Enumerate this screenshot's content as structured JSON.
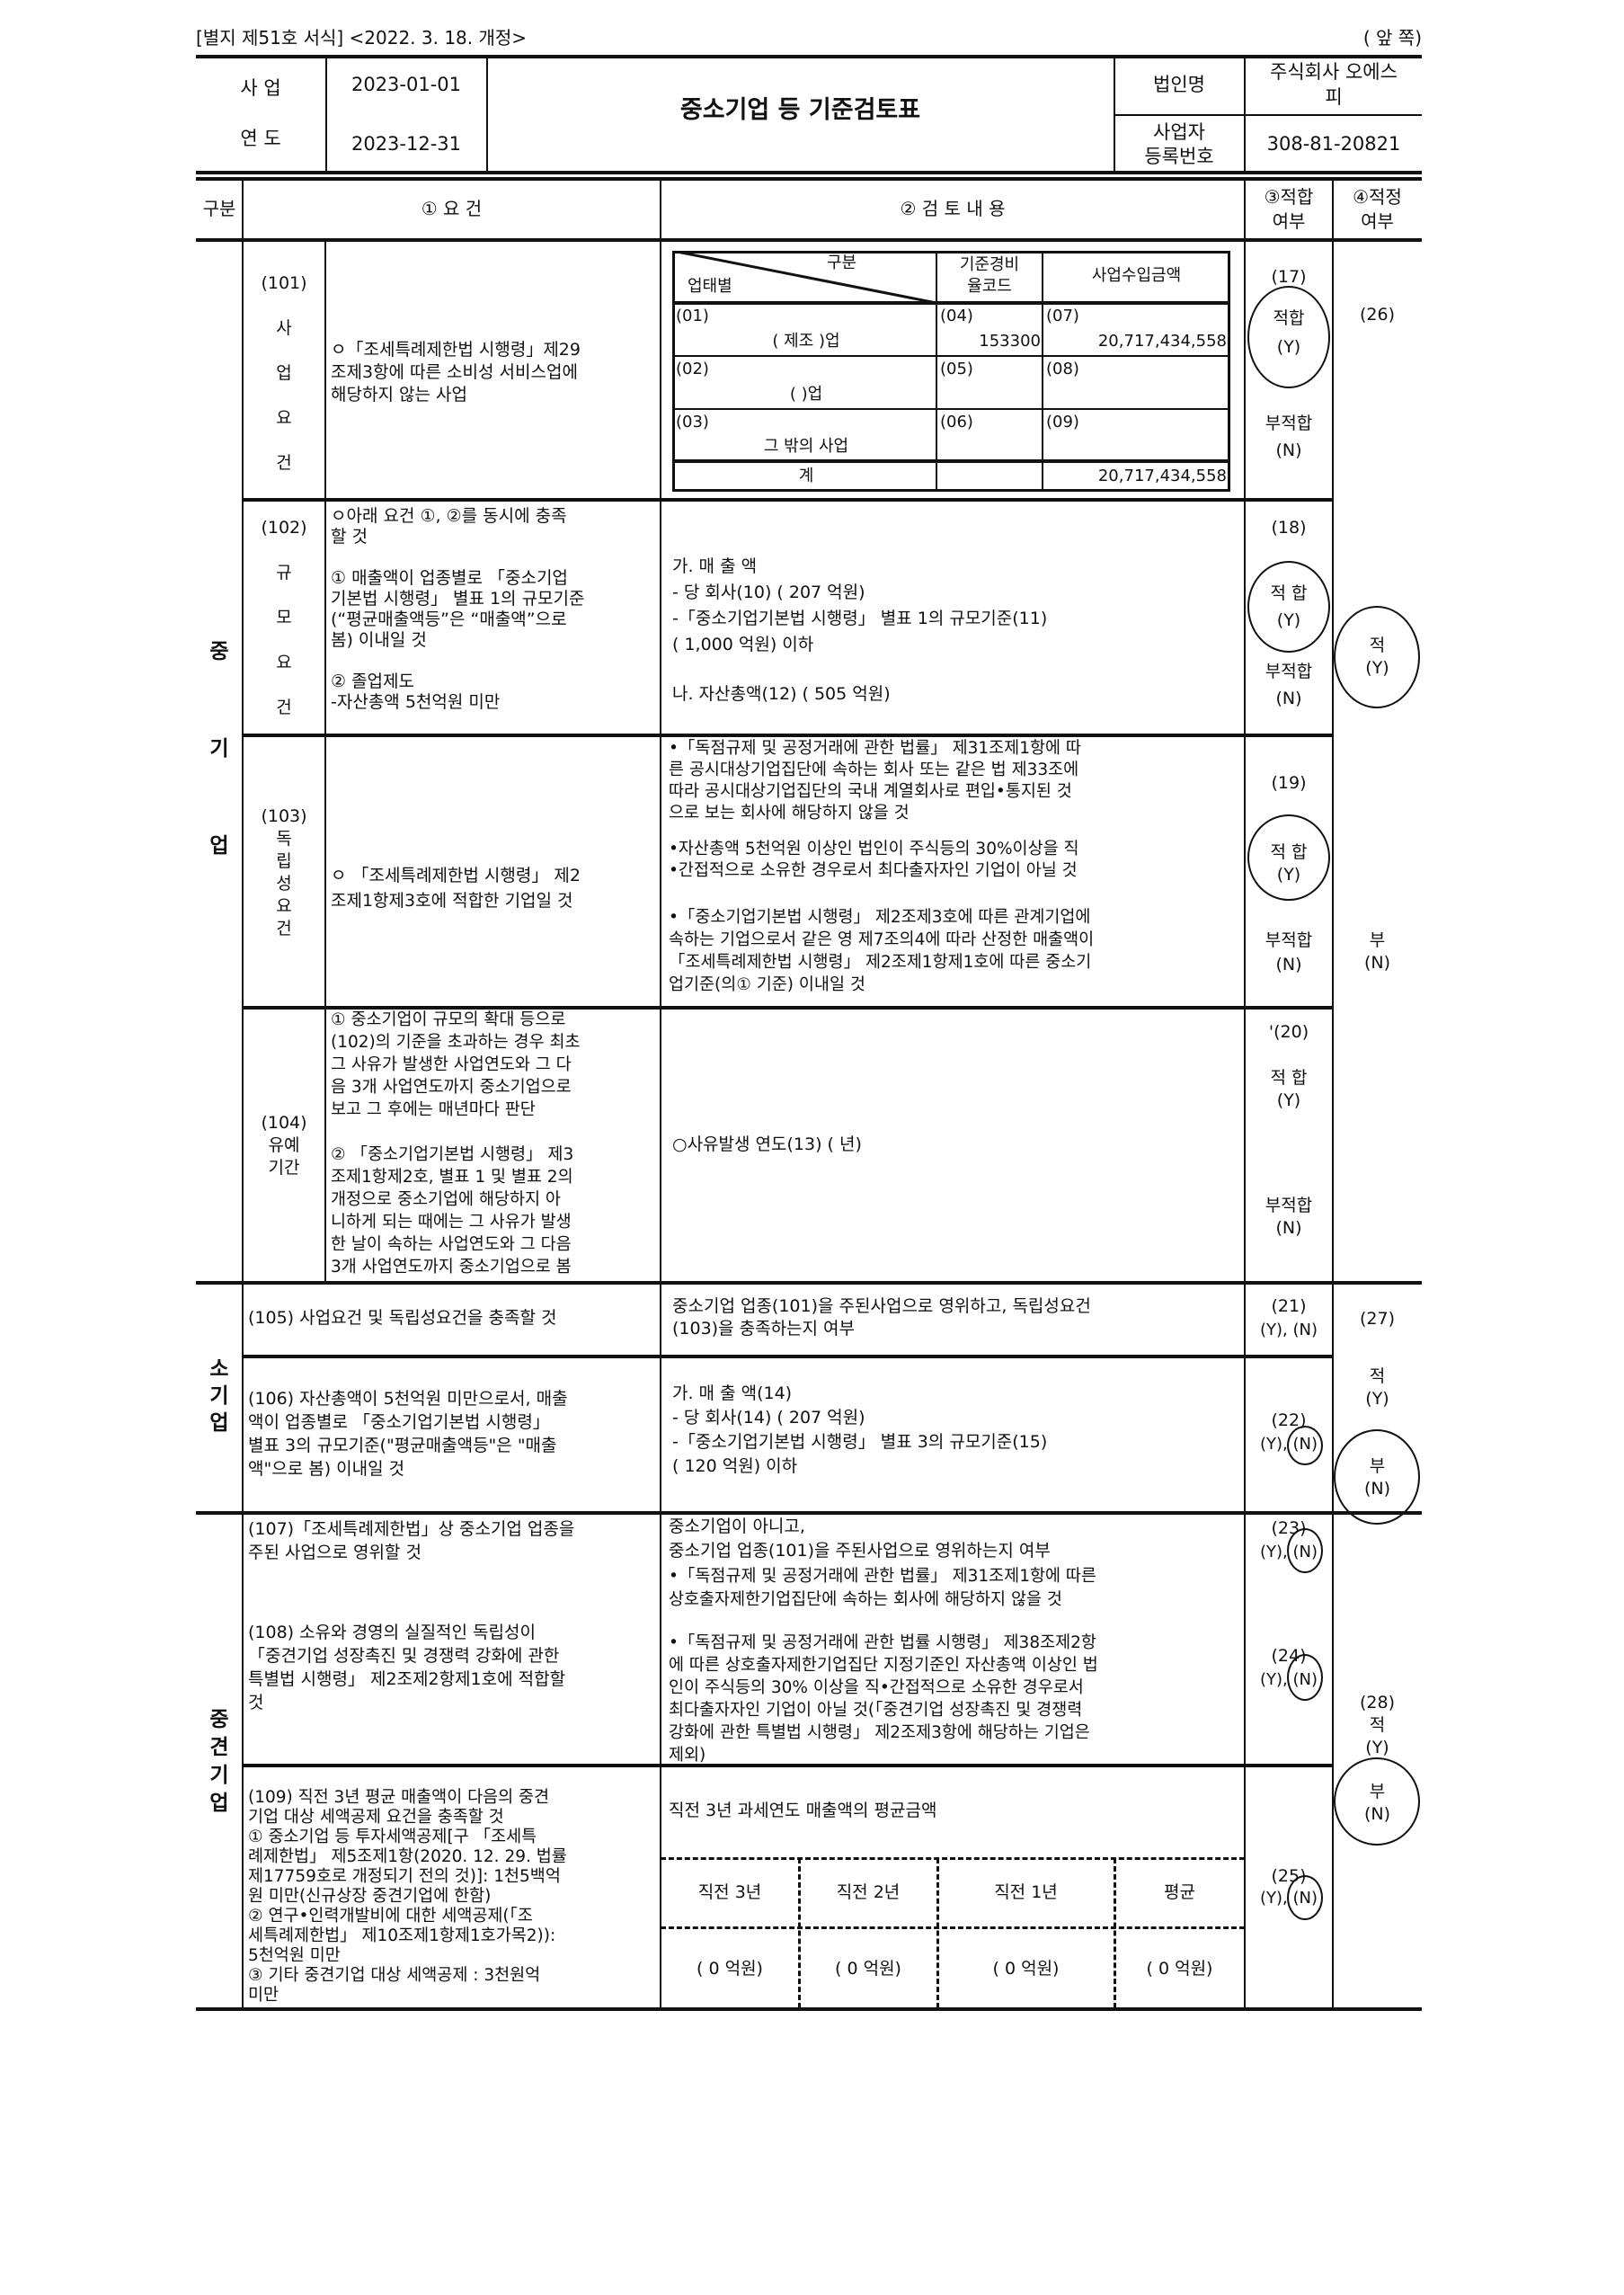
{
  "form_meta": {
    "form_number": "[별지 제51호 서식] <2022. 3. 18. 개정>",
    "page_side": "( 앞 쪽)"
  },
  "header": {
    "period_label_1": "사  업",
    "period_label_2": "연  도",
    "period_start": "2023-01-01",
    "period_end": "2023-12-31",
    "title": "중소기업 등 기준검토표",
    "corp_name_label": "법인명",
    "corp_name": "주식회사 오에스\n피",
    "biz_no_label": "사업자\n등록번호",
    "biz_no": "308-81-20821"
  },
  "columns": {
    "category": "구분",
    "requirement": "① 요       건",
    "review": "② 검  토  내  용",
    "fit": "③적합\n여부",
    "proper": "④적정\n여부"
  },
  "sections": {
    "medium": {
      "label": "중\n\n\n\n기\n\n\n\n업",
      "proper_code": "(26)",
      "proper_y": "적\n(Y)",
      "proper_n": "부\n(N)",
      "selected": "Y"
    },
    "small": {
      "label": "소\n기\n업",
      "proper_code": "(27)",
      "proper_y": "적\n(Y)",
      "proper_n": "부\n(N)",
      "selected": "N"
    },
    "middle": {
      "label": "중\n견\n기\n업",
      "proper_code": "(28)",
      "proper_y": "적\n(Y)",
      "proper_n": "부\n(N)",
      "selected": "N"
    }
  },
  "rows": {
    "r101": {
      "sublabel": "(101)\n\n사\n\n업\n\n요\n\n건",
      "requirement": "ㅇ「조세특례제한법 시행령」제29\n조제3항에 따른 소비성 서비스업에\n해당하지 않는 사업",
      "fit_code": "(17)",
      "fit_y": "적합\n(Y)",
      "fit_n": "부적합\n(N)",
      "selected": "Y",
      "table": {
        "corner_top": "구분",
        "corner_bottom": "업태별",
        "col_code": "기준경비\n율코드",
        "col_amount": "사업수입금액",
        "rows": [
          {
            "no": "(01)",
            "name": "(   제조   )업",
            "code_no": "(04)",
            "code": "153300",
            "amt_no": "(07)",
            "amount": "20,717,434,558"
          },
          {
            "no": "(02)",
            "name": "(      )업",
            "code_no": "(05)",
            "code": "",
            "amt_no": "(08)",
            "amount": ""
          },
          {
            "no": "(03)",
            "name": "그 밖의 사업",
            "code_no": "(06)",
            "code": "",
            "amt_no": "(09)",
            "amount": ""
          }
        ],
        "total_label": "계",
        "total_amount": "20,717,434,558"
      }
    },
    "r102": {
      "sublabel": "(102)\n\n규\n\n모\n\n요\n\n건",
      "requirement": "ㅇ아래 요건 ①, ②를 동시에 충족\n할 것\n\n① 매출액이 업종별로 「중소기업\n기본법 시행령」 별표 1의 규모기준\n(“평균매출액등”은 “매출액”으로\n봄) 이내일 것\n\n② 졸업제도\n  -자산총액 5천억원 미만",
      "review_1": "가. 매 출 액\n  -  당 회사(10)      ( 207 억원)\n  -「중소기업기본법 시행령」 별표 1의 규모기준(11)\n       ( 1,000  억원) 이하",
      "review_2": "나. 자산총액(12)     (  505 억원)",
      "fit_code": "(18)",
      "fit_y": "적  합\n(Y)",
      "fit_n": "부적합\n(N)",
      "selected": "Y"
    },
    "r103": {
      "sublabel": "(103)\n독\n립\n성\n요\n건",
      "requirement": "ㅇ 「조세특례제한법 시행령」 제2\n조제1항제3호에 적합한 기업일 것",
      "review_1": "•「독점규제 및 공정거래에 관한 법률」 제31조제1항에 따\n른 공시대상기업집단에 속하는 회사 또는 같은 법 제33조에\n따라 공시대상기업집단의 국내 계열회사로 편입•통지된 것\n으로 보는 회사에 해당하지 않을 것",
      "review_2": "•자산총액 5천억원 이상인 법인이 주식등의 30%이상을 직\n•간접적으로 소유한 경우로서 최다출자자인 기업이 아닐 것",
      "review_3": "•「중소기업기본법 시행령」 제2조제3호에 따른 관계기업에\n속하는 기업으로서 같은 영 제7조의4에 따라 산정한 매출액이\n「조세특례제한법 시행령」 제2조제1항제1호에 따른 중소기\n업기준(의① 기준) 이내일 것",
      "fit_code": "(19)",
      "fit_y": "적  합\n(Y)",
      "fit_n": "부적합\n(N)",
      "selected": "Y"
    },
    "r104": {
      "sublabel": "(104)\n유예\n기간",
      "requirement": "① 중소기업이 규모의 확대 등으로\n(102)의 기준을 초과하는 경우 최초\n그 사유가 발생한 사업연도와 그 다\n음 3개 사업연도까지 중소기업으로\n보고 그 후에는 매년마다 판단\n\n② 「중소기업기본법 시행령」 제3\n조제1항제2호, 별표 1 및 별표 2의\n개정으로 중소기업에 해당하지 아\n니하게 되는 때에는 그 사유가 발생\n한 날이 속하는 사업연도와 그 다음\n3개 사업연도까지 중소기업으로 봄",
      "review": "○사유발생 연도(13)  (          년)",
      "fit_code": "'(20)",
      "fit_y": "적  합\n(Y)",
      "fit_n": "부적합\n(N)",
      "selected": ""
    },
    "r105": {
      "requirement": "(105) 사업요건 및 독립성요건을 충족할 것",
      "review": "중소기업 업종(101)을 주된사업으로 영위하고, 독립성요건\n(103)을 충족하는지 여부",
      "fit_code": "(21)",
      "fit_yn": "(Y), (N)",
      "selected": ""
    },
    "r106": {
      "requirement": "(106) 자산총액이 5천억원 미만으로서, 매출\n액이 업종별로 「중소기업기본법 시행령」\n별표 3의 규모기준(\"평균매출액등\"은 \"매출\n액\"으로 봄) 이내일 것",
      "review": "가. 매 출 액(14)\n   - 당 회사(14)   ( 207 억원)\n   -「중소기업기본법 시행령」 별표 3의 규모기준(15)\n       (  120 억원) 이하",
      "fit_code": "(22)",
      "fit_yn": "(Y), (N)",
      "selected": "N"
    },
    "r107": {
      "requirement": "(107)「조세특례제한법」상 중소기업 업종을\n주된 사업으로 영위할 것",
      "review": "중소기업이 아니고,\n중소기업 업종(101)을 주된사업으로 영위하는지 여부",
      "fit_code": "(23)",
      "fit_yn": "(Y), (N)",
      "selected": "N"
    },
    "r108": {
      "requirement": "(108) 소유와 경영의 실질적인 독립성이\n「중견기업 성장촉진 및 경쟁력 강화에 관한\n특별법 시행령」 제2조제2항제1호에 적합할\n것",
      "review_1": "•「독점규제 및 공정거래에 관한 법률」 제31조제1항에 따른\n상호출자제한기업집단에 속하는 회사에 해당하지 않을 것",
      "review_2": "•「독점규제 및 공정거래에 관한 법률 시행령」 제38조제2항\n에 따른 상호출자제한기업집단 지정기준인 자산총액 이상인 법\n인이 주식등의 30% 이상을 직•간접적으로 소유한 경우로서\n최다출자자인 기업이 아닐 것(「중견기업 성장촉진 및 경쟁력\n강화에 관한 특별법 시행령」 제2조제3항에 해당하는 기업은\n제외)",
      "fit_code": "(24)",
      "fit_yn": "(Y), (N)",
      "selected": "N"
    },
    "r109": {
      "requirement": "(109) 직전 3년 평균 매출액이 다음의 중견\n기업 대상 세액공제 요건을 충족할 것\n ① 중소기업 등 투자세액공제[구 「조세특\n례제한법」 제5조제1항(2020. 12. 29. 법률\n제17759호로 개정되기 전의 것)]: 1천5백억\n원 미만(신규상장 중견기업에 한함)\n ② 연구•인력개발비에 대한 세액공제(「조\n세특례제한법」 제10조제1항제1호가목2)):\n5천억원 미만\n ③ 기타 중견기업 대상 세액공제 : 3천원억\n미만",
      "review": "직전 3년 과세연도 매출액의 평균금액",
      "years": [
        {
          "label": "직전 3년",
          "value": "(   0 억원)"
        },
        {
          "label": "직전 2년",
          "value": "(    0 억원)"
        },
        {
          "label": "직전 1년",
          "value": "(   0 억원)"
        },
        {
          "label": "평균",
          "value": "( 0 억원)"
        }
      ],
      "fit_code": "(25)",
      "fit_yn": "(Y), (N)",
      "selected": "N"
    }
  }
}
